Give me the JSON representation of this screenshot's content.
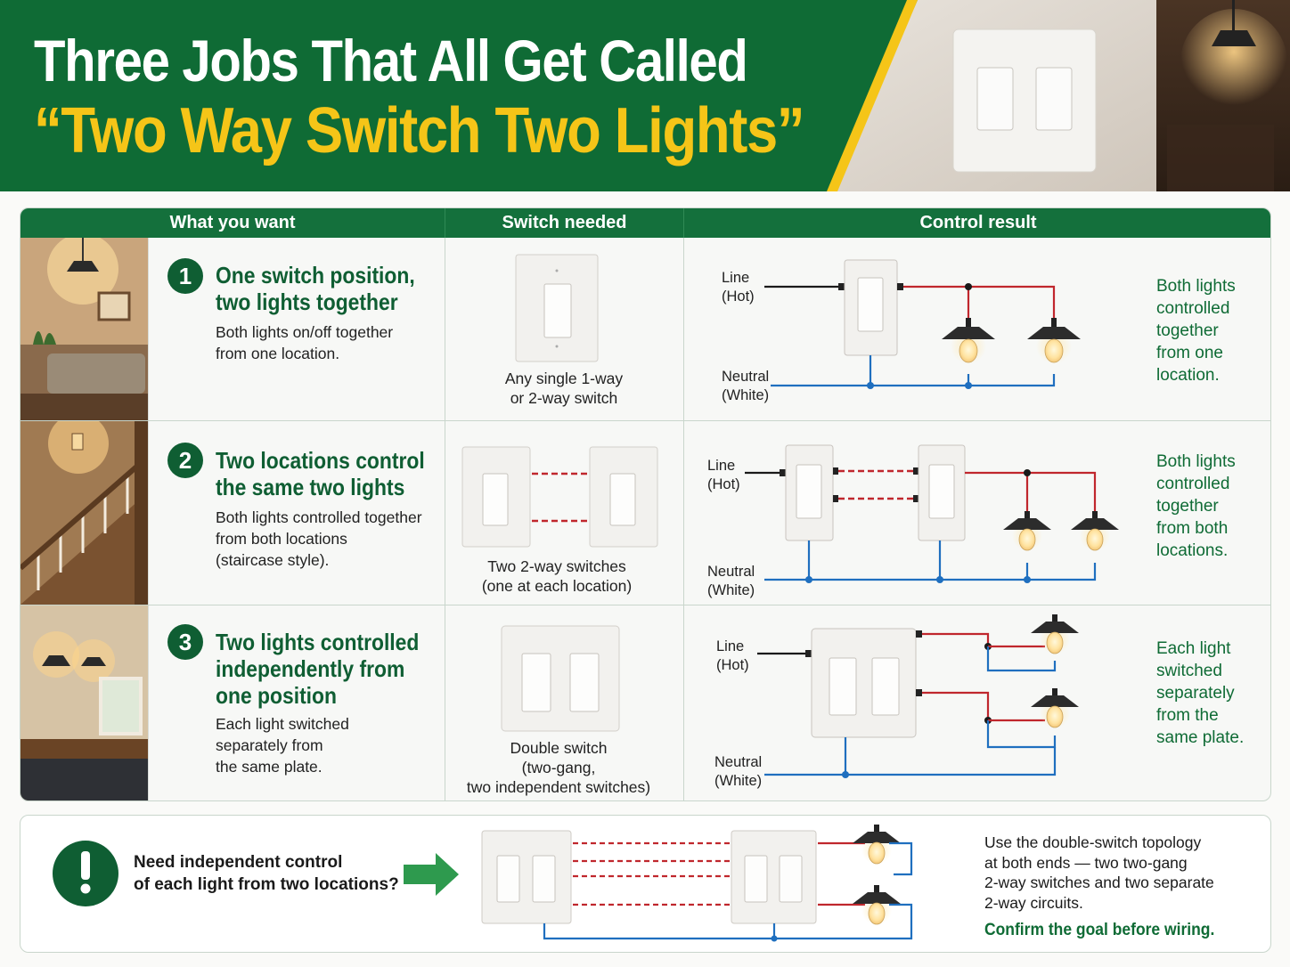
{
  "header": {
    "title_line1": "Three Jobs That All Get Called",
    "title_line2": "“Two Way Switch Two Lights”",
    "colors": {
      "green": "#0f6b35",
      "yellow": "#f5c518"
    }
  },
  "table": {
    "columns": [
      "What you want",
      "Switch needed",
      "Control result"
    ],
    "rows": [
      {
        "number": "1",
        "title": [
          "One switch position,",
          "two lights together"
        ],
        "description": [
          "Both lights on/off together",
          "from one location."
        ],
        "switch_caption": [
          "Any single 1-way",
          "or 2-way switch"
        ],
        "diagram_labels": {
          "line": [
            "Line",
            "(Hot)"
          ],
          "neutral": [
            "Neutral",
            "(White)"
          ]
        },
        "result": [
          "Both lights",
          "controlled",
          "together",
          "from one",
          "location."
        ]
      },
      {
        "number": "2",
        "title": [
          "Two locations control",
          "the same two lights"
        ],
        "description": [
          "Both lights controlled together",
          "from both locations",
          "(staircase style)."
        ],
        "switch_caption": [
          "Two 2-way switches",
          "(one at each location)"
        ],
        "diagram_labels": {
          "line": [
            "Line",
            "(Hot)"
          ],
          "neutral": [
            "Neutral",
            "(White)"
          ]
        },
        "result": [
          "Both lights",
          "controlled",
          "together",
          "from both",
          "locations."
        ]
      },
      {
        "number": "3",
        "title": [
          "Two lights controlled",
          "independently from",
          "one position"
        ],
        "description": [
          "Each light switched",
          "separately from",
          "the same plate."
        ],
        "switch_caption": [
          "Double switch",
          "(two-gang,",
          "two independent switches)"
        ],
        "diagram_labels": {
          "line": [
            "Line",
            "(Hot)"
          ],
          "neutral": [
            "Neutral",
            "(White)"
          ]
        },
        "result": [
          "Each light",
          "switched",
          "separately",
          "from the",
          "same plate."
        ]
      }
    ]
  },
  "callout": {
    "icon": "exclamation-icon",
    "question": [
      "Need independent control",
      "of each light from two locations?"
    ],
    "advice": [
      "Use the double-switch topology",
      "at both ends — two two-gang",
      "2-way switches and two separate",
      "2-way circuits."
    ],
    "emphasis": "Confirm the goal before wiring."
  },
  "wire_colors": {
    "hot": "#c0272d",
    "neutral": "#1f6fbf",
    "line_black": "#1a1a1a"
  }
}
